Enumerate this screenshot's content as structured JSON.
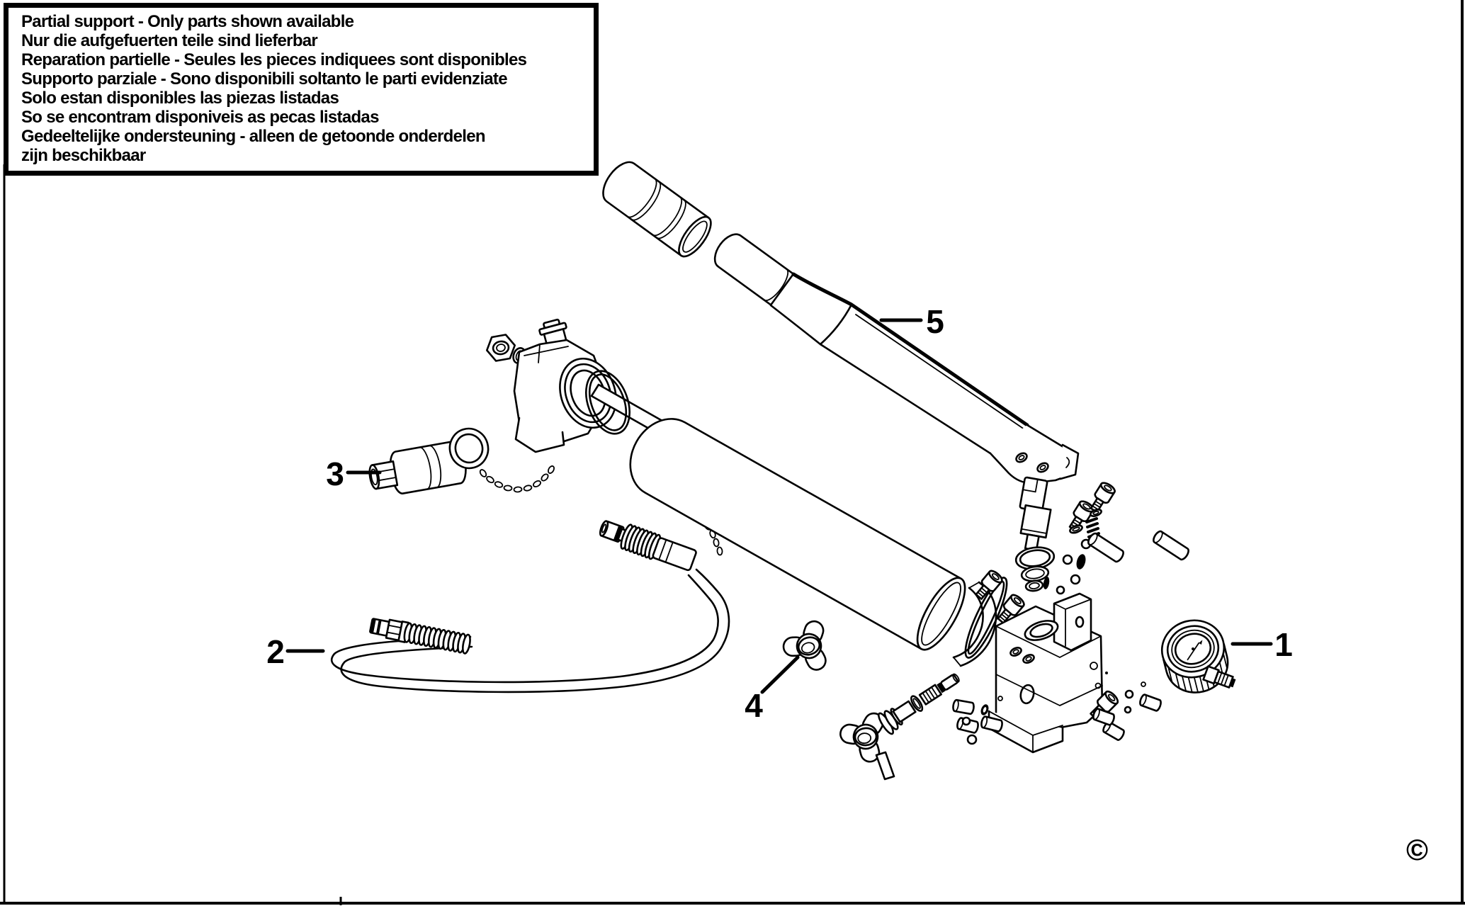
{
  "page": {
    "background": "#ffffff",
    "ink": "#000000"
  },
  "notice_box": {
    "lines": [
      "Partial support - Only parts shown available",
      "Nur die aufgefuerten teile sind lieferbar",
      "Reparation partielle - Seules les pieces indiquees sont disponibles",
      "Supporto parziale - Sono disponibili soltanto le parti evidenziate",
      "Solo estan disponibles las piezas listadas",
      "So se encontram disponiveis as pecas listadas",
      "Gedeeltelijke ondersteuning - alleen de getoonde onderdelen",
      "zijn beschikbaar"
    ]
  },
  "callouts": [
    {
      "label": "1"
    },
    {
      "label": "2"
    },
    {
      "label": "3"
    },
    {
      "label": "4"
    },
    {
      "label": "5"
    }
  ],
  "copyright": "©"
}
